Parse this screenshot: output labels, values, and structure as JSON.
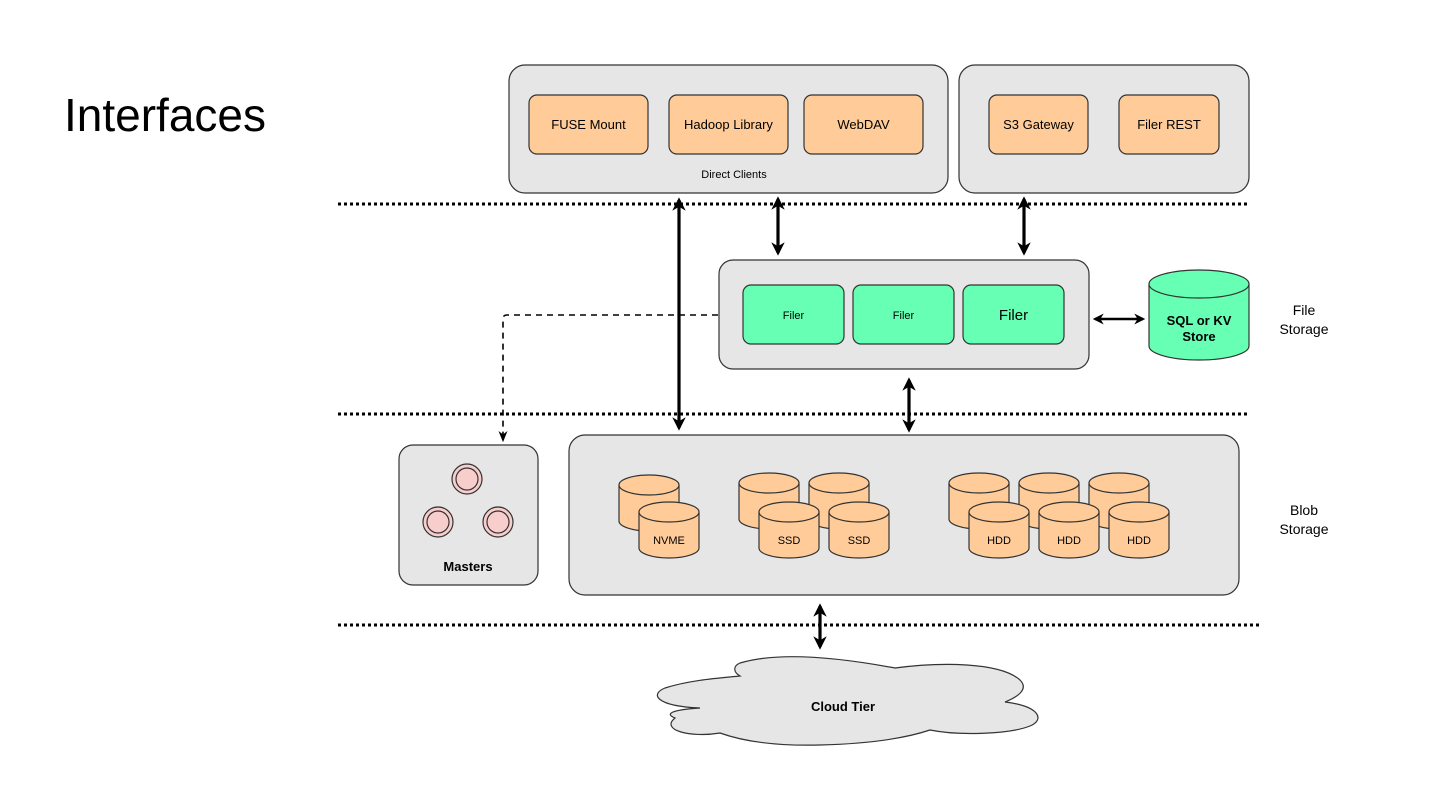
{
  "slide": {
    "title": "Interfaces"
  },
  "colors": {
    "group_fill": "#e6e6e6",
    "client_fill": "#ffcc99",
    "filer_fill": "#66ffb3",
    "master_fill": "#f8cecc",
    "cloud_fill": "#e6e6e6",
    "stroke": "#333333"
  },
  "layers": {
    "file_storage": "File\nStorage",
    "blob_storage": "Blob\nStorage"
  },
  "direct_clients": {
    "caption": "Direct Clients",
    "items": [
      "FUSE Mount",
      "Hadoop Library",
      "WebDAV"
    ]
  },
  "gateways": {
    "items": [
      "S3 Gateway",
      "Filer REST"
    ]
  },
  "filers": {
    "items": [
      "Filer",
      "Filer",
      "Filer"
    ]
  },
  "metadata_store": {
    "line1": "SQL or KV",
    "line2": "Store"
  },
  "masters": {
    "caption": "Masters",
    "count": 3
  },
  "volumes": {
    "groups": [
      {
        "label": "NVME",
        "count": 2
      },
      {
        "label": "SSD",
        "count": 4
      },
      {
        "label": "HDD",
        "count": 6
      }
    ]
  },
  "cloud": {
    "label": "Cloud Tier"
  }
}
